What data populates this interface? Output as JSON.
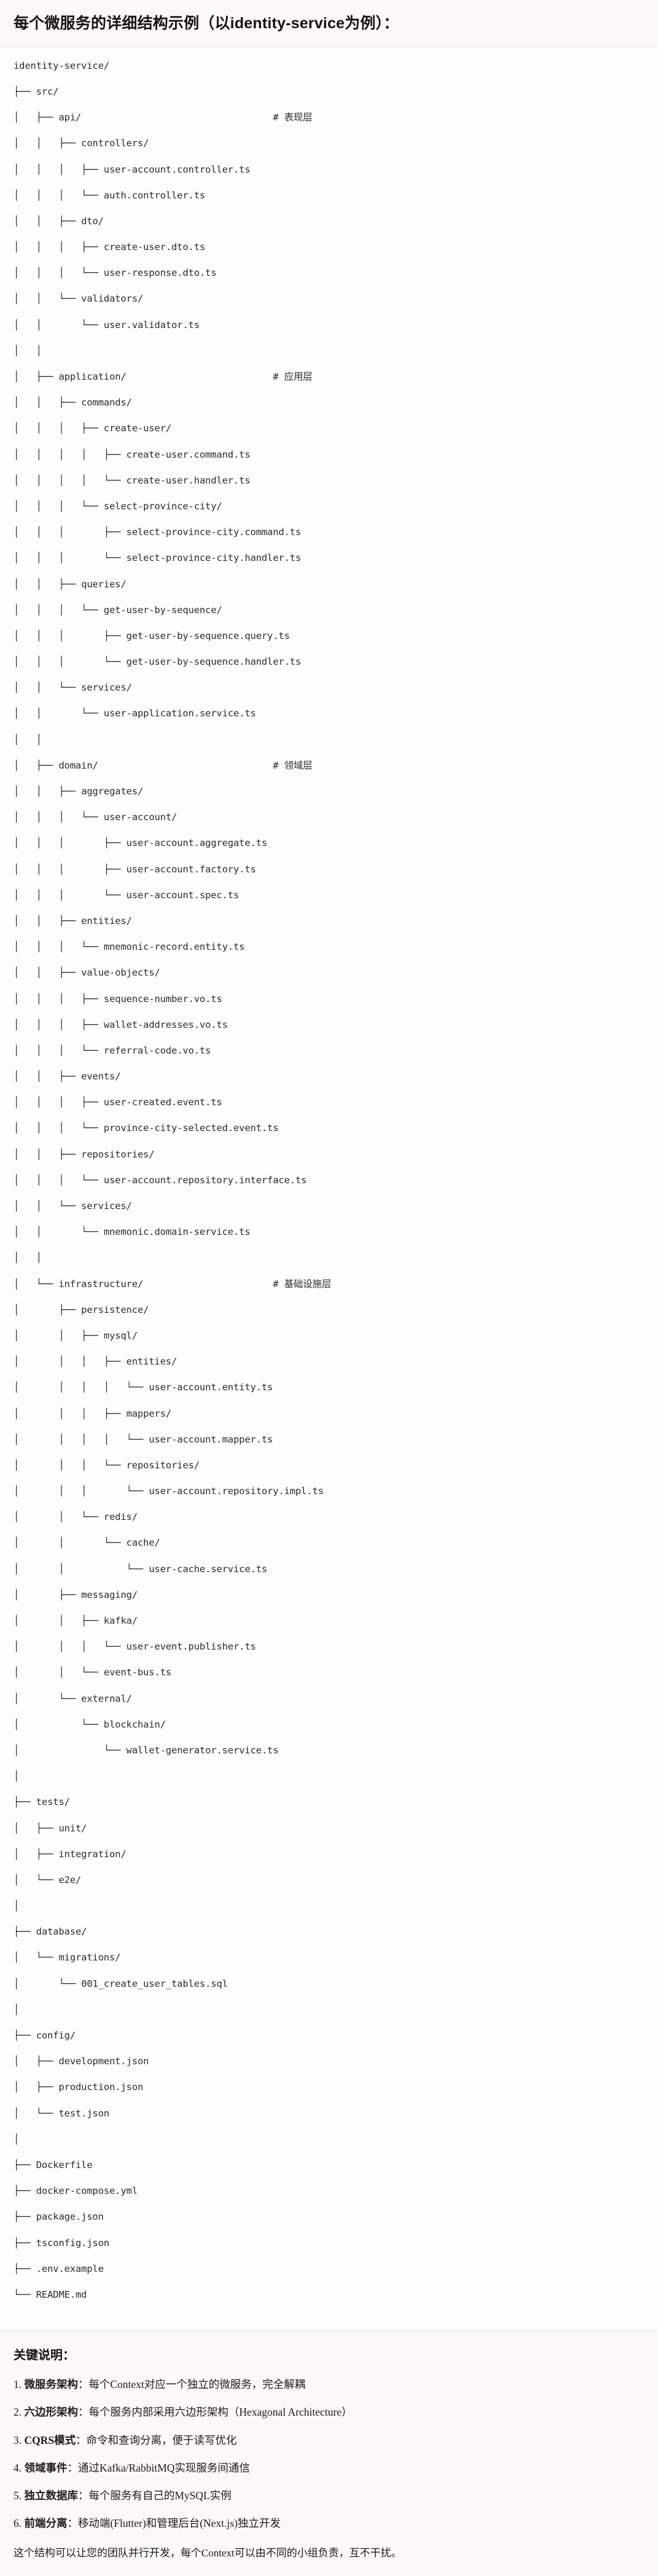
{
  "header": {
    "title": "每个微服务的详细结构示例（以identity-service为例）："
  },
  "tree": {
    "root": "identity-service/",
    "lines": [
      {
        "prefix": "",
        "label": "identity-service/",
        "comment": ""
      },
      {
        "prefix": "├── ",
        "label": "src/",
        "comment": ""
      },
      {
        "prefix": "│   ├── ",
        "label": "api/",
        "comment": "# 表现层"
      },
      {
        "prefix": "│   │   ├── ",
        "label": "controllers/",
        "comment": ""
      },
      {
        "prefix": "│   │   │   ├── ",
        "label": "user-account.controller.ts",
        "comment": ""
      },
      {
        "prefix": "│   │   │   └── ",
        "label": "auth.controller.ts",
        "comment": ""
      },
      {
        "prefix": "│   │   ├── ",
        "label": "dto/",
        "comment": ""
      },
      {
        "prefix": "│   │   │   ├── ",
        "label": "create-user.dto.ts",
        "comment": ""
      },
      {
        "prefix": "│   │   │   └── ",
        "label": "user-response.dto.ts",
        "comment": ""
      },
      {
        "prefix": "│   │   └── ",
        "label": "validators/",
        "comment": ""
      },
      {
        "prefix": "│   │       └── ",
        "label": "user.validator.ts",
        "comment": ""
      },
      {
        "prefix": "│   │",
        "label": "",
        "comment": ""
      },
      {
        "prefix": "│   ├── ",
        "label": "application/",
        "comment": "# 应用层"
      },
      {
        "prefix": "│   │   ├── ",
        "label": "commands/",
        "comment": ""
      },
      {
        "prefix": "│   │   │   ├── ",
        "label": "create-user/",
        "comment": ""
      },
      {
        "prefix": "│   │   │   │   ├── ",
        "label": "create-user.command.ts",
        "comment": ""
      },
      {
        "prefix": "│   │   │   │   └── ",
        "label": "create-user.handler.ts",
        "comment": ""
      },
      {
        "prefix": "│   │   │   └── ",
        "label": "select-province-city/",
        "comment": ""
      },
      {
        "prefix": "│   │   │       ├── ",
        "label": "select-province-city.command.ts",
        "comment": ""
      },
      {
        "prefix": "│   │   │       └── ",
        "label": "select-province-city.handler.ts",
        "comment": ""
      },
      {
        "prefix": "│   │   ├── ",
        "label": "queries/",
        "comment": ""
      },
      {
        "prefix": "│   │   │   └── ",
        "label": "get-user-by-sequence/",
        "comment": ""
      },
      {
        "prefix": "│   │   │       ├── ",
        "label": "get-user-by-sequence.query.ts",
        "comment": ""
      },
      {
        "prefix": "│   │   │       └── ",
        "label": "get-user-by-sequence.handler.ts",
        "comment": ""
      },
      {
        "prefix": "│   │   └── ",
        "label": "services/",
        "comment": ""
      },
      {
        "prefix": "│   │       └── ",
        "label": "user-application.service.ts",
        "comment": ""
      },
      {
        "prefix": "│   │",
        "label": "",
        "comment": ""
      },
      {
        "prefix": "│   ├── ",
        "label": "domain/",
        "comment": "# 领域层"
      },
      {
        "prefix": "│   │   ├── ",
        "label": "aggregates/",
        "comment": ""
      },
      {
        "prefix": "│   │   │   └── ",
        "label": "user-account/",
        "comment": ""
      },
      {
        "prefix": "│   │   │       ├── ",
        "label": "user-account.aggregate.ts",
        "comment": ""
      },
      {
        "prefix": "│   │   │       ├── ",
        "label": "user-account.factory.ts",
        "comment": ""
      },
      {
        "prefix": "│   │   │       └── ",
        "label": "user-account.spec.ts",
        "comment": ""
      },
      {
        "prefix": "│   │   ├── ",
        "label": "entities/",
        "comment": ""
      },
      {
        "prefix": "│   │   │   └── ",
        "label": "mnemonic-record.entity.ts",
        "comment": ""
      },
      {
        "prefix": "│   │   ├── ",
        "label": "value-objects/",
        "comment": ""
      },
      {
        "prefix": "│   │   │   ├── ",
        "label": "sequence-number.vo.ts",
        "comment": ""
      },
      {
        "prefix": "│   │   │   ├── ",
        "label": "wallet-addresses.vo.ts",
        "comment": ""
      },
      {
        "prefix": "│   │   │   └── ",
        "label": "referral-code.vo.ts",
        "comment": ""
      },
      {
        "prefix": "│   │   ├── ",
        "label": "events/",
        "comment": ""
      },
      {
        "prefix": "│   │   │   ├── ",
        "label": "user-created.event.ts",
        "comment": ""
      },
      {
        "prefix": "│   │   │   └── ",
        "label": "province-city-selected.event.ts",
        "comment": ""
      },
      {
        "prefix": "│   │   ├── ",
        "label": "repositories/",
        "comment": ""
      },
      {
        "prefix": "│   │   │   └── ",
        "label": "user-account.repository.interface.ts",
        "comment": ""
      },
      {
        "prefix": "│   │   └── ",
        "label": "services/",
        "comment": ""
      },
      {
        "prefix": "│   │       └── ",
        "label": "mnemonic.domain-service.ts",
        "comment": ""
      },
      {
        "prefix": "│   │",
        "label": "",
        "comment": ""
      },
      {
        "prefix": "│   └── ",
        "label": "infrastructure/",
        "comment": "# 基础设施层"
      },
      {
        "prefix": "│       ├── ",
        "label": "persistence/",
        "comment": ""
      },
      {
        "prefix": "│       │   ├── ",
        "label": "mysql/",
        "comment": ""
      },
      {
        "prefix": "│       │   │   ├── ",
        "label": "entities/",
        "comment": ""
      },
      {
        "prefix": "│       │   │   │   └── ",
        "label": "user-account.entity.ts",
        "comment": ""
      },
      {
        "prefix": "│       │   │   ├── ",
        "label": "mappers/",
        "comment": ""
      },
      {
        "prefix": "│       │   │   │   └── ",
        "label": "user-account.mapper.ts",
        "comment": ""
      },
      {
        "prefix": "│       │   │   └── ",
        "label": "repositories/",
        "comment": ""
      },
      {
        "prefix": "│       │   │       └── ",
        "label": "user-account.repository.impl.ts",
        "comment": ""
      },
      {
        "prefix": "│       │   └── ",
        "label": "redis/",
        "comment": ""
      },
      {
        "prefix": "│       │       └── ",
        "label": "cache/",
        "comment": ""
      },
      {
        "prefix": "│       │           └── ",
        "label": "user-cache.service.ts",
        "comment": ""
      },
      {
        "prefix": "│       ├── ",
        "label": "messaging/",
        "comment": ""
      },
      {
        "prefix": "│       │   ├── ",
        "label": "kafka/",
        "comment": ""
      },
      {
        "prefix": "│       │   │   └── ",
        "label": "user-event.publisher.ts",
        "comment": ""
      },
      {
        "prefix": "│       │   └── ",
        "label": "event-bus.ts",
        "comment": ""
      },
      {
        "prefix": "│       └── ",
        "label": "external/",
        "comment": ""
      },
      {
        "prefix": "│           └── ",
        "label": "blockchain/",
        "comment": ""
      },
      {
        "prefix": "│               └── ",
        "label": "wallet-generator.service.ts",
        "comment": ""
      },
      {
        "prefix": "│",
        "label": "",
        "comment": ""
      },
      {
        "prefix": "├── ",
        "label": "tests/",
        "comment": ""
      },
      {
        "prefix": "│   ├── ",
        "label": "unit/",
        "comment": ""
      },
      {
        "prefix": "│   ├── ",
        "label": "integration/",
        "comment": ""
      },
      {
        "prefix": "│   └── ",
        "label": "e2e/",
        "comment": ""
      },
      {
        "prefix": "│",
        "label": "",
        "comment": ""
      },
      {
        "prefix": "├── ",
        "label": "database/",
        "comment": ""
      },
      {
        "prefix": "│   └── ",
        "label": "migrations/",
        "comment": ""
      },
      {
        "prefix": "│       └── ",
        "label": "001_create_user_tables.sql",
        "comment": ""
      },
      {
        "prefix": "│",
        "label": "",
        "comment": ""
      },
      {
        "prefix": "├── ",
        "label": "config/",
        "comment": ""
      },
      {
        "prefix": "│   ├── ",
        "label": "development.json",
        "comment": ""
      },
      {
        "prefix": "│   ├── ",
        "label": "production.json",
        "comment": ""
      },
      {
        "prefix": "│   └── ",
        "label": "test.json",
        "comment": ""
      },
      {
        "prefix": "│",
        "label": "",
        "comment": ""
      },
      {
        "prefix": "├── ",
        "label": "Dockerfile",
        "comment": ""
      },
      {
        "prefix": "├── ",
        "label": "docker-compose.yml",
        "comment": ""
      },
      {
        "prefix": "├── ",
        "label": "package.json",
        "comment": ""
      },
      {
        "prefix": "├── ",
        "label": "tsconfig.json",
        "comment": ""
      },
      {
        "prefix": "├── ",
        "label": ".env.example",
        "comment": ""
      },
      {
        "prefix": "└── ",
        "label": "README.md",
        "comment": ""
      }
    ]
  },
  "notes": {
    "title": "关键说明：",
    "items": [
      {
        "num": "1.",
        "term": "微服务架构",
        "desc": "：每个Context对应一个独立的微服务，完全解耦"
      },
      {
        "num": "2.",
        "term": "六边形架构",
        "desc": "：每个服务内部采用六边形架构（Hexagonal Architecture）"
      },
      {
        "num": "3.",
        "term": "CQRS模式",
        "desc": "：命令和查询分离，便于读写优化"
      },
      {
        "num": "4.",
        "term": "领域事件",
        "desc": "：通过Kafka/RabbitMQ实现服务间通信"
      },
      {
        "num": "5.",
        "term": "独立数据库",
        "desc": "：每个服务有自己的MySQL实例"
      },
      {
        "num": "6.",
        "term": "前端分离",
        "desc": "：移动端(Flutter)和管理后台(Next.js)独立开发"
      }
    ],
    "footer": "这个结构可以让您的团队并行开发，每个Context可以由不同的小组负责，互不干扰。"
  },
  "comment_column_ch": 46
}
